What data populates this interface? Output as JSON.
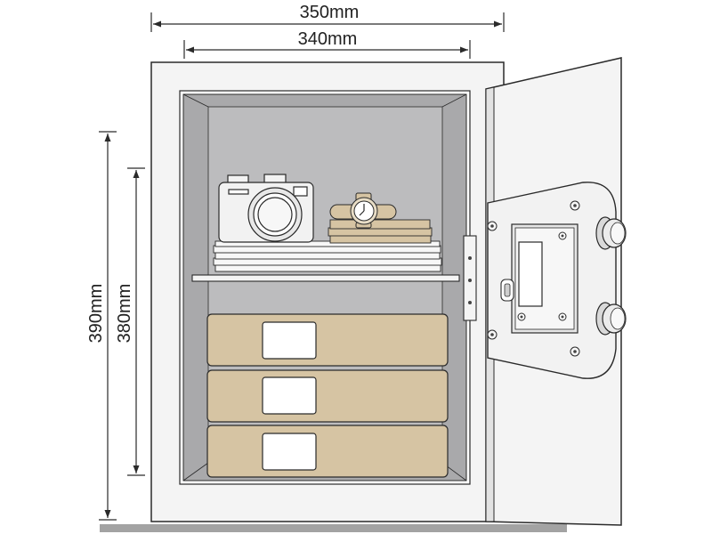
{
  "dimensions": {
    "outer_width": "350mm",
    "inner_width": "340mm",
    "outer_height": "390mm",
    "inner_height": "380mm"
  },
  "colors": {
    "outline": "#2a2a2a",
    "body": "#f4f4f4",
    "interior": "#a9a9ab",
    "interior_back": "#bcbcbe",
    "drawer": "#d6c4a3",
    "floor": "#a3a3a3",
    "lock_panel": "#f2f2f2",
    "keypad": "#e6e6e6"
  },
  "icons": {
    "camera": "camera-icon",
    "watch": "wristwatch-icon",
    "keypad": "keypad-icon",
    "key_lock": "keyhole-icon",
    "knob": "handle-knob-icon"
  }
}
